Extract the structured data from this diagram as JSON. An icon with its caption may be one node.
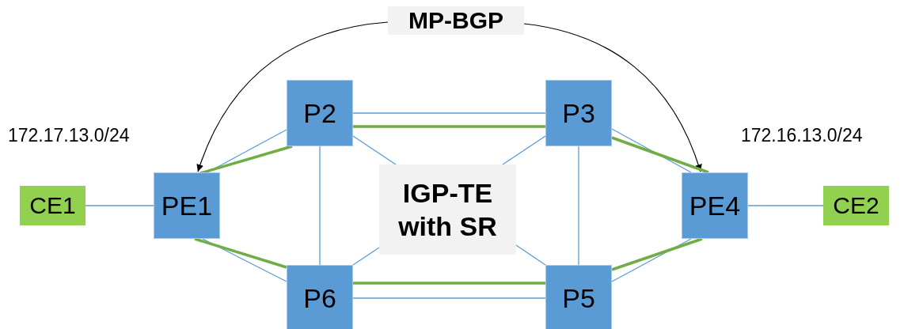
{
  "diagram": {
    "nodes": [
      {
        "text": [
          "MP-BGP"
        ]
      },
      {
        "text": [
          "P2"
        ]
      },
      {
        "text": [
          "P3"
        ]
      },
      {
        "text": [
          "IGP-TE with SR"
        ]
      },
      {
        "text": [
          "CE1"
        ]
      },
      {
        "text": [
          "PE1"
        ]
      },
      {
        "text": [
          "PE4"
        ]
      },
      {
        "text": [
          "CE2"
        ]
      },
      {
        "text": [
          "P6"
        ]
      },
      {
        "text": [
          "P5"
        ]
      }
    ],
    "edges": [
      {
        "from": 0,
        "to": 5,
        "arrow": "to",
        "color": "#000000"
      },
      {
        "from": 0,
        "to": 6,
        "arrow": "to",
        "color": "#000000"
      },
      {
        "from": 4,
        "to": 5,
        "arrow": "none"
      },
      {
        "from": 5,
        "to": 1,
        "arrow": "none"
      },
      {
        "from": 5,
        "to": 8,
        "arrow": "none"
      },
      {
        "from": 1,
        "to": 2,
        "arrow": "none"
      },
      {
        "from": 8,
        "to": 9,
        "arrow": "none"
      },
      {
        "from": 1,
        "to": 8,
        "arrow": "none"
      },
      {
        "from": 2,
        "to": 9,
        "arrow": "none"
      },
      {
        "from": 2,
        "to": 6,
        "arrow": "none"
      },
      {
        "from": 9,
        "to": 6,
        "arrow": "none"
      },
      {
        "from": 6,
        "to": 7,
        "arrow": "none"
      },
      {
        "from": 1,
        "to": 3,
        "arrow": "none"
      },
      {
        "from": 2,
        "to": 3,
        "arrow": "none"
      },
      {
        "from": 8,
        "to": 3,
        "arrow": "none"
      },
      {
        "from": 9,
        "to": 3,
        "arrow": "none"
      },
      {
        "from": 5,
        "to": 1,
        "arrow": "none",
        "style": "thick",
        "color": "#70ad47"
      },
      {
        "from": 1,
        "to": 2,
        "arrow": "none",
        "style": "thick",
        "color": "#70ad47"
      },
      {
        "from": 2,
        "to": 6,
        "arrow": "none",
        "style": "thick",
        "color": "#70ad47"
      },
      {
        "from": 5,
        "to": 8,
        "arrow": "none",
        "style": "thick",
        "color": "#70ad47"
      },
      {
        "from": 8,
        "to": 9,
        "arrow": "none",
        "style": "thick",
        "color": "#70ad47"
      },
      {
        "from": 9,
        "to": 6,
        "arrow": "none",
        "style": "thick",
        "color": "#70ad47"
      }
    ],
    "labels": [
      "172.17.13.0/24",
      "172.16.13.0/24"
    ]
  }
}
